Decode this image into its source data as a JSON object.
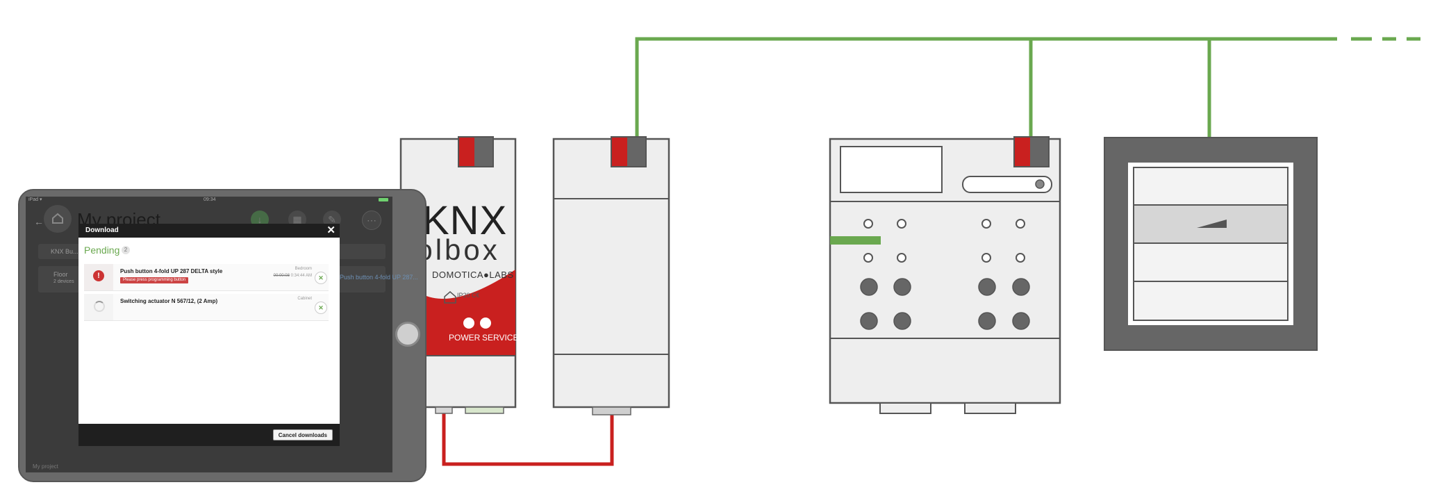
{
  "app": {
    "carrier": "iPad ▾",
    "time": "09:34",
    "title": "My project",
    "background_rows": [
      "KNX Bu...",
      "Floor",
      "2 devices"
    ],
    "background_button": "Push button 4-fold UP 287...",
    "footer": "My project"
  },
  "dialog": {
    "title": "Download",
    "close": "✕",
    "pending_label": "Pending",
    "pending_count": "2",
    "items": [
      {
        "name": "Push button 4-fold UP 287 DELTA style",
        "warning": "Please press programming button",
        "room": "Bedroom",
        "time_old": "00:00:08",
        "time_new": "0:34:44 AM",
        "cancel": "✕",
        "status": "error"
      },
      {
        "name": "Switching actuator N 567/12, (2 Amp)",
        "room": "Cabinet",
        "cancel": "✕",
        "status": "loading"
      }
    ],
    "footer_button": "Cancel downloads"
  },
  "knx_device": {
    "logo_line1": "KNX",
    "logo_line2": "oolbox",
    "brand": "DOMOTICA●LABS",
    "cert": "IP20  C€",
    "power": "POWER",
    "service": "SERVICE"
  },
  "colors": {
    "bus_green": "#6aa84f",
    "link_red": "#c9201f",
    "device_gray": "#eeeeee",
    "outline": "#555555",
    "panel_dark": "#666666"
  }
}
